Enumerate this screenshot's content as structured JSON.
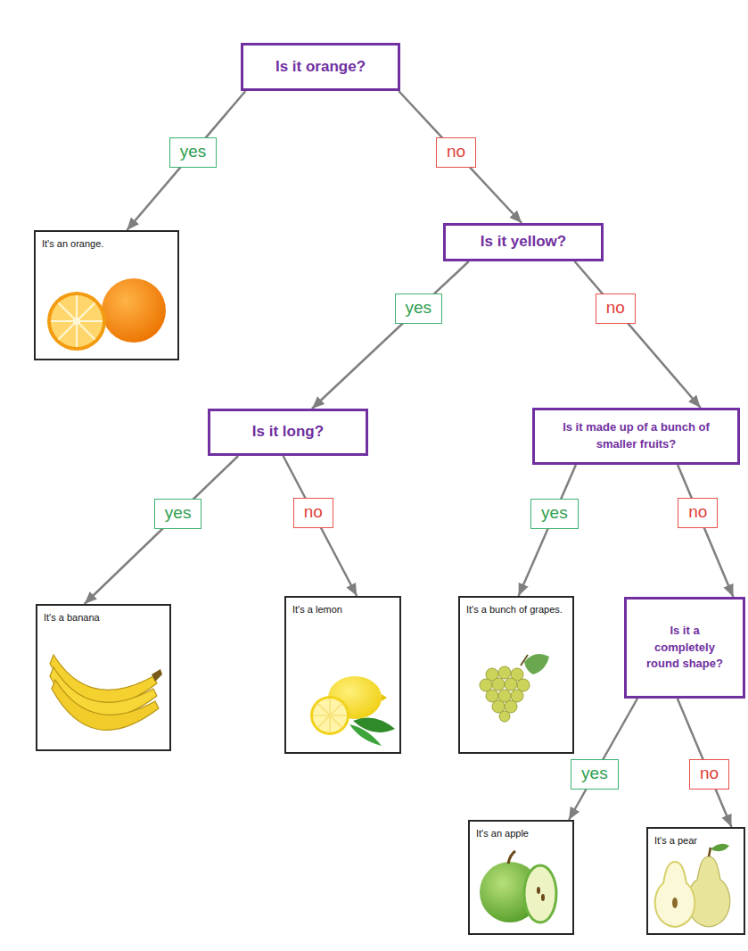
{
  "diagram": {
    "nodes": [
      {
        "text": [
          "Is it orange?"
        ]
      },
      {
        "text": [
          "It's an orange."
        ]
      },
      {
        "text": [
          "Is it yellow?"
        ]
      },
      {
        "text": [
          "Is it long?"
        ]
      },
      {
        "text": [
          "Is it made up of a bunch of smaller fruits?"
        ]
      },
      {
        "text": [
          "It's a banana"
        ]
      },
      {
        "text": [
          "It's a lemon"
        ]
      },
      {
        "text": [
          "It's a bunch of grapes."
        ]
      },
      {
        "text": [
          "Is it a completely round shape?"
        ]
      },
      {
        "text": [
          "It's an apple"
        ]
      },
      {
        "text": [
          "It's a pear"
        ]
      }
    ],
    "edges": [
      {
        "from": 0,
        "to": 1,
        "arrow": "to",
        "label": "yes"
      },
      {
        "from": 0,
        "to": 2,
        "arrow": "to",
        "label": "no"
      },
      {
        "from": 2,
        "to": 3,
        "arrow": "to",
        "label": "yes"
      },
      {
        "from": 2,
        "to": 4,
        "arrow": "to",
        "label": "no"
      },
      {
        "from": 3,
        "to": 5,
        "arrow": "to",
        "label": "yes"
      },
      {
        "from": 3,
        "to": 6,
        "arrow": "to",
        "label": "no"
      },
      {
        "from": 4,
        "to": 7,
        "arrow": "to",
        "label": "yes"
      },
      {
        "from": 4,
        "to": 8,
        "arrow": "to",
        "label": "no"
      },
      {
        "from": 8,
        "to": 9,
        "arrow": "to",
        "label": "yes"
      },
      {
        "from": 8,
        "to": 10,
        "arrow": "to",
        "label": "no"
      }
    ]
  }
}
